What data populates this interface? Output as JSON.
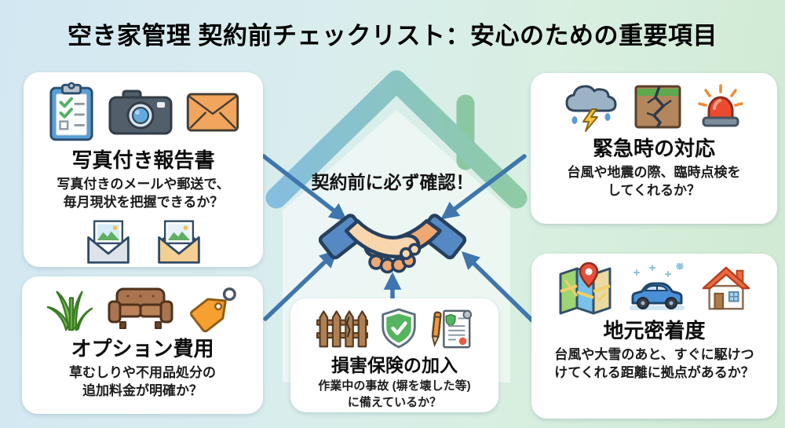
{
  "title": "空き家管理 契約前チェックリスト：安心のための重要項目",
  "center": {
    "callout": "契約前に必ず確認！",
    "icons": [
      "house-outline-icon",
      "handshake-icon"
    ]
  },
  "cards": [
    {
      "id": "photo-reports",
      "title": "写真付き報告書",
      "desc_lines": [
        "写真付きのメールや郵送で、",
        "毎月現状を把握できるか？"
      ],
      "icons": [
        "clipboard-checklist-icon",
        "camera-icon",
        "envelope-icon"
      ],
      "footer_icons": [
        "open-mail-photo-gray-icon",
        "open-mail-photo-orange-icon"
      ]
    },
    {
      "id": "emergency-response",
      "title": "緊急時の対応",
      "desc_lines": [
        "台風や地震の際、臨時点検を",
        "してくれるか？"
      ],
      "icons": [
        "storm-cloud-icon",
        "earthquake-crack-icon",
        "siren-icon"
      ]
    },
    {
      "id": "option-costs",
      "title": "オプション費用",
      "desc_lines": [
        "草むしりや不用品処分の",
        "追加料金が明確か？"
      ],
      "icons": [
        "grass-icon",
        "sofa-icon",
        "price-tag-icon"
      ]
    },
    {
      "id": "liability-insurance",
      "title": "損害保険の加入",
      "desc_lines": [
        "作業中の事故 (塀を壊した等)",
        "に備えているか？"
      ],
      "icons": [
        "broken-fence-icon",
        "shield-check-icon",
        "insurance-document-icon"
      ]
    },
    {
      "id": "local-presence",
      "title": "地元密着度",
      "desc_lines": [
        "台風や大雪のあと、すぐに駆けつ",
        "けてくれる距離に拠点があるか？"
      ],
      "icons": [
        "map-pin-icon",
        "car-snow-icon",
        "house-icon"
      ]
    }
  ],
  "colors": {
    "background_left": "#d3e7f3",
    "background_right": "#cfe9d2",
    "card_background": "#ffffff",
    "arrow": "#3f76ad",
    "roof_gradient_left": "#85bede",
    "roof_gradient_right": "#8fcba6",
    "title_text": "#000000",
    "body_text": "#1b1b1b"
  }
}
